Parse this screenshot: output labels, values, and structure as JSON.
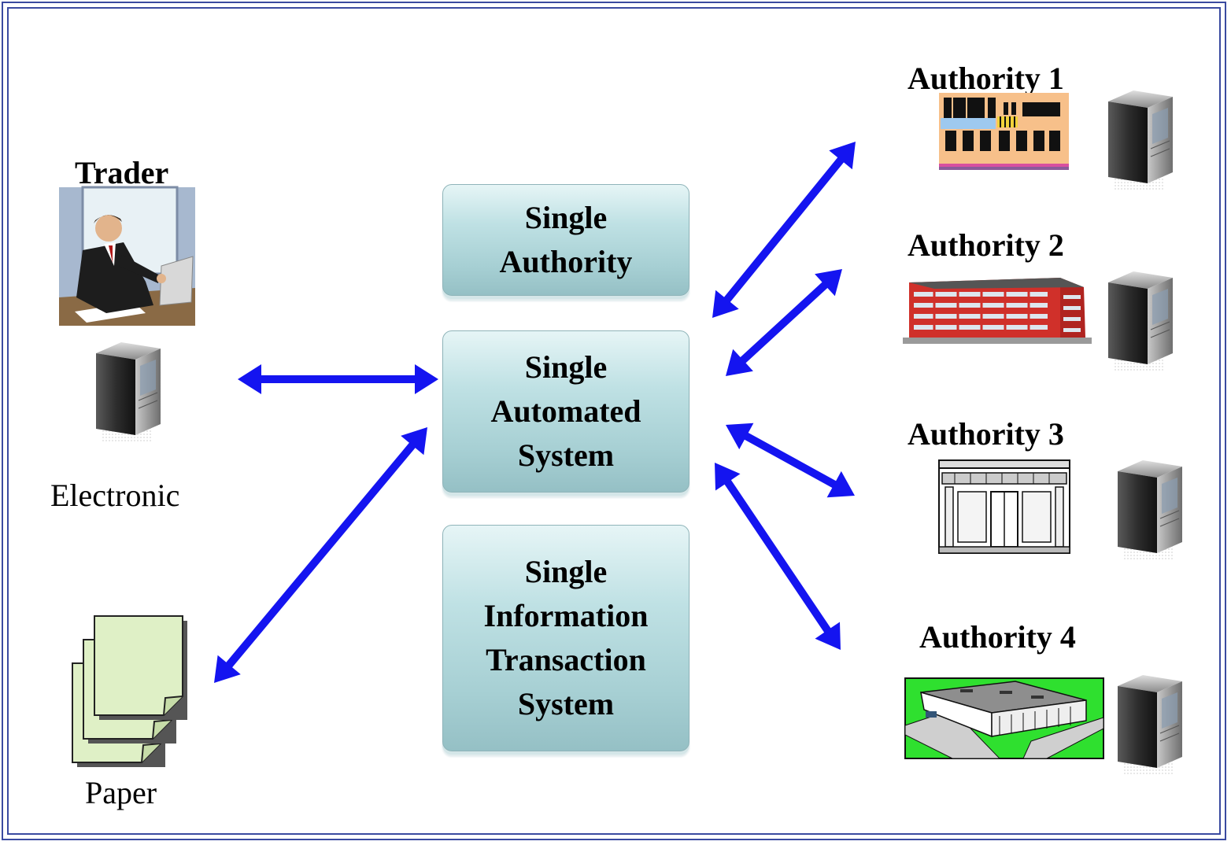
{
  "trader": {
    "title": "Trader",
    "electronic_label": "Electronic",
    "paper_label": "Paper"
  },
  "center": {
    "box1": [
      "Single",
      "Authority"
    ],
    "box2": [
      "Single",
      "Automated",
      "System"
    ],
    "box3": [
      "Single",
      "Information",
      "Transaction",
      "System"
    ]
  },
  "authorities": [
    {
      "label": "Authority 1"
    },
    {
      "label": "Authority 2"
    },
    {
      "label": "Authority 3"
    },
    {
      "label": "Authority 4"
    }
  ],
  "colors": {
    "arrow": "#1414f0",
    "frame": "#3a4aa0",
    "box_fill": "#b8dde1"
  },
  "icons": [
    "trader-icon",
    "server-icon",
    "paper-stack-icon",
    "building-icon"
  ]
}
